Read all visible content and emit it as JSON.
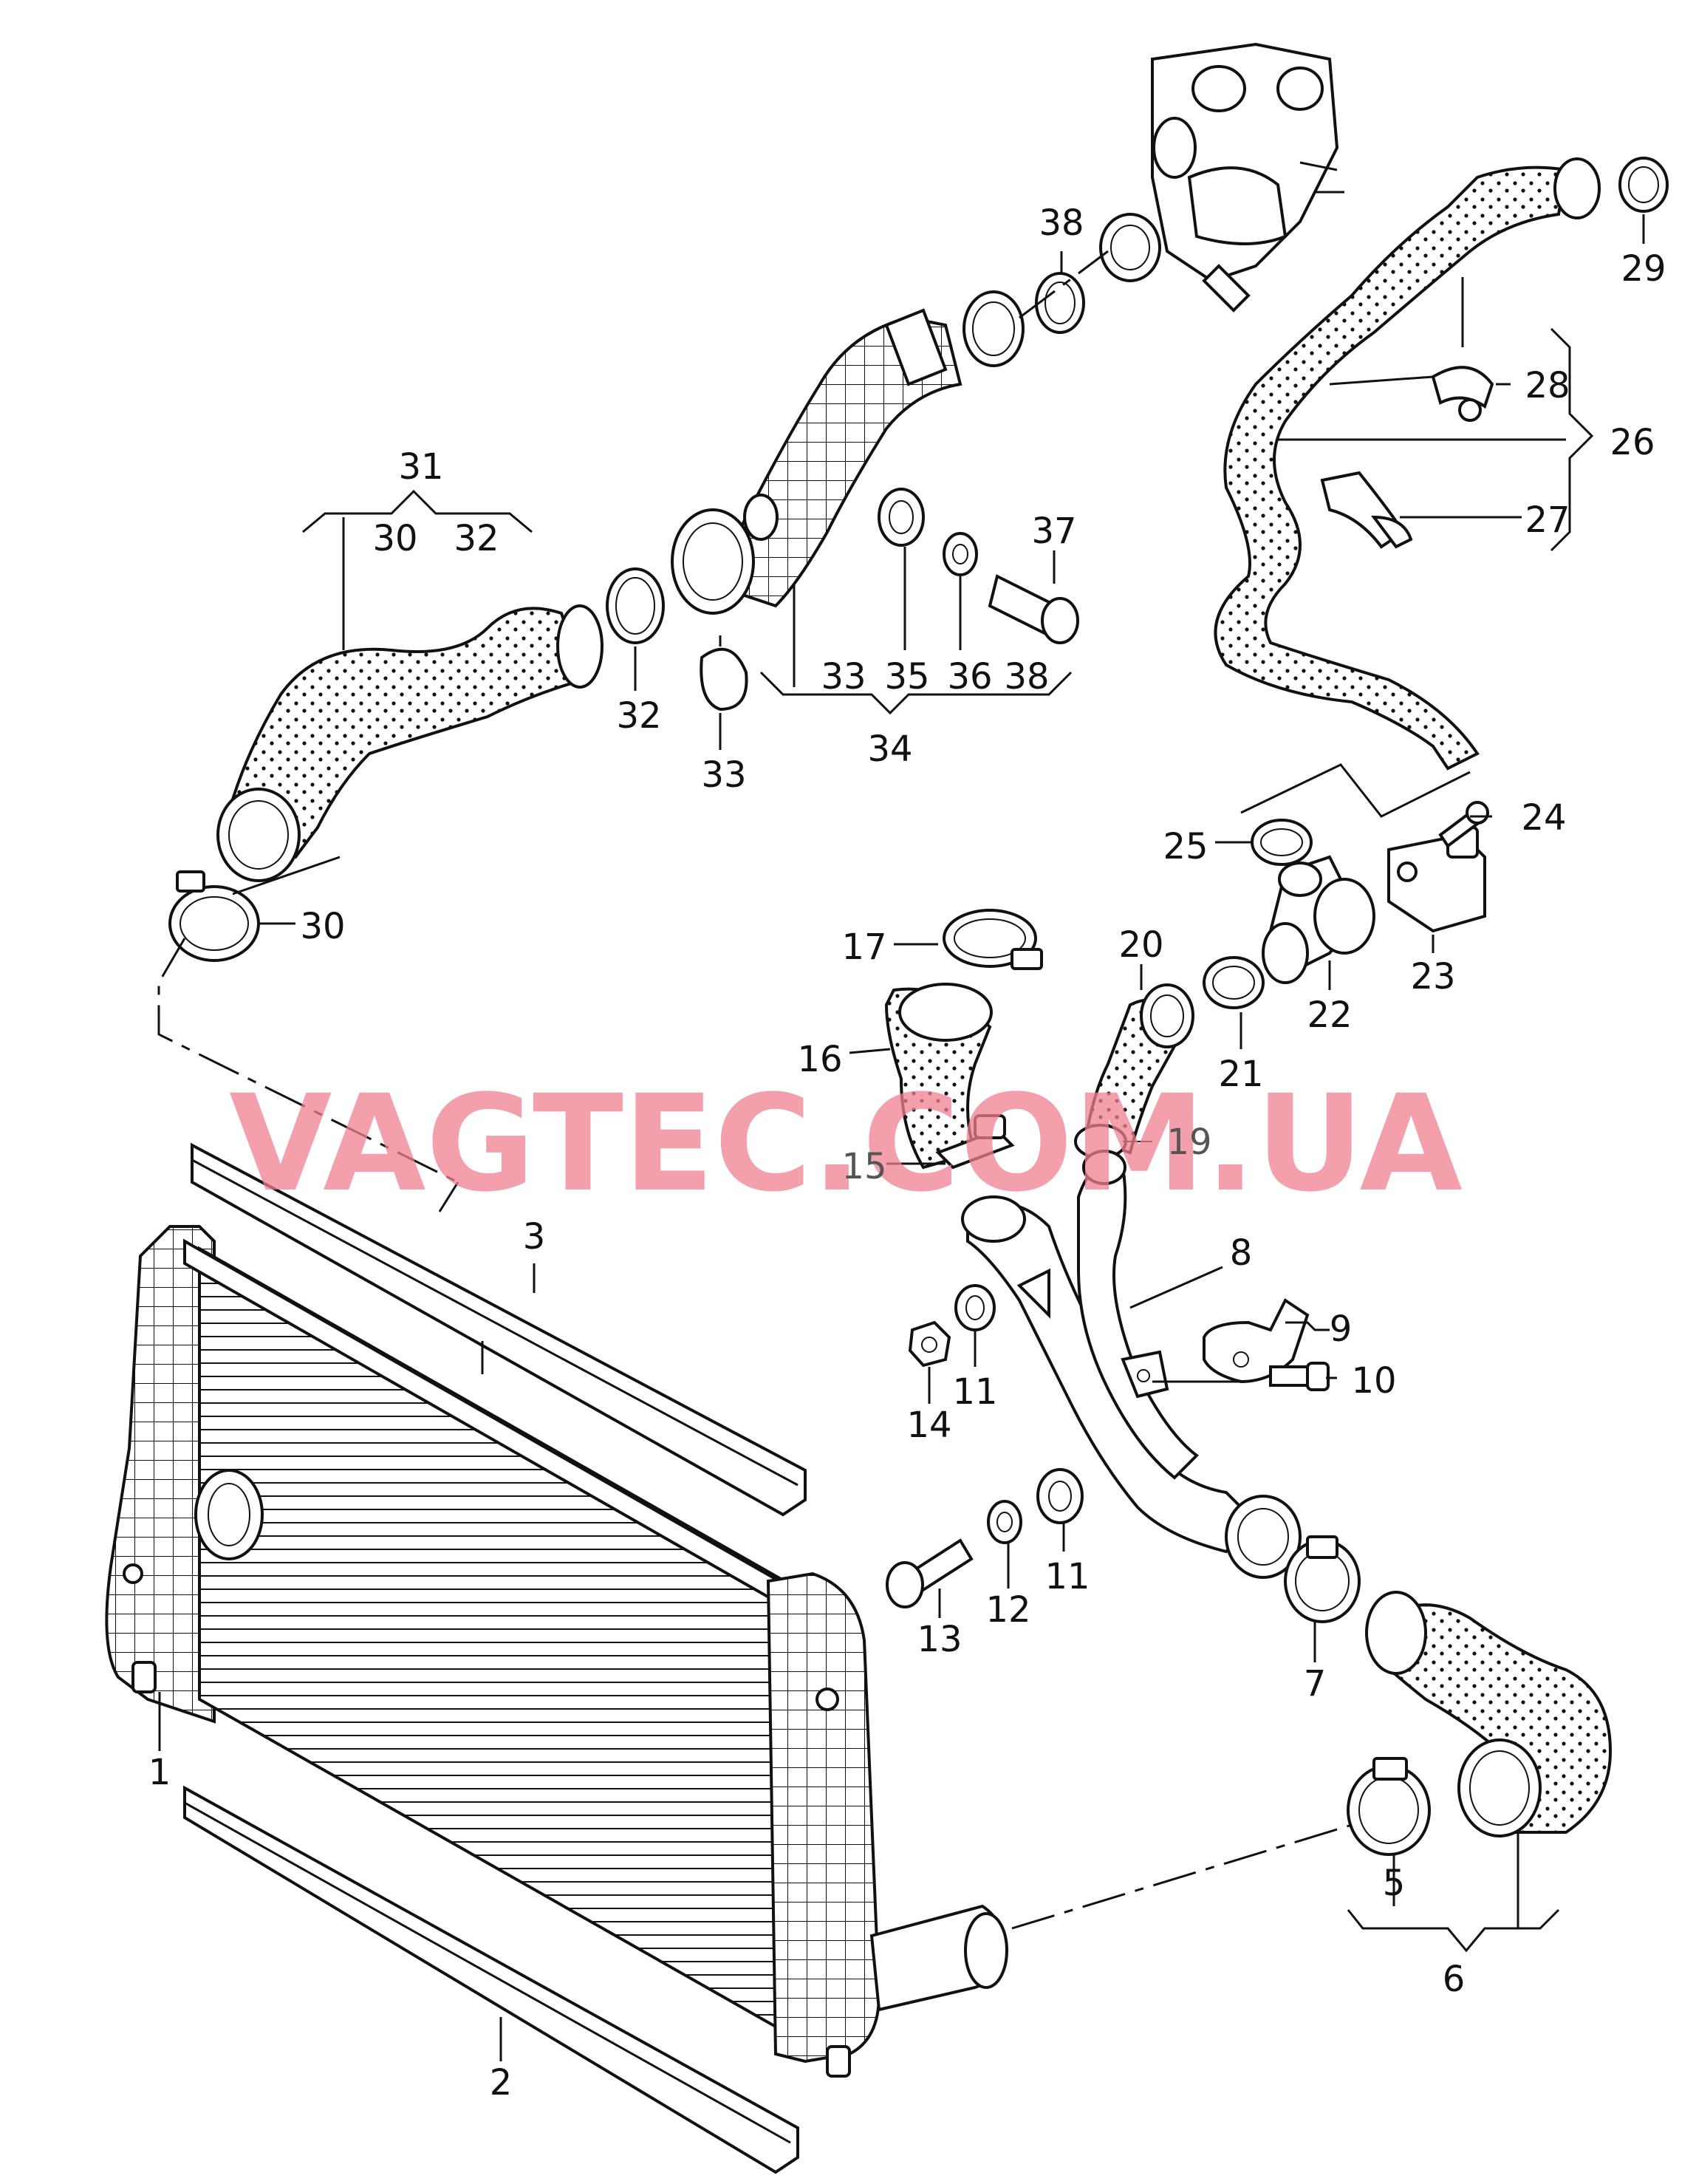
{
  "watermark": "VAGTEC.COM.UA",
  "labels": [
    {
      "id": "1",
      "text": "1"
    },
    {
      "id": "2",
      "text": "2"
    },
    {
      "id": "3",
      "text": "3"
    },
    {
      "id": "5",
      "text": "5"
    },
    {
      "id": "6",
      "text": "6"
    },
    {
      "id": "7",
      "text": "7"
    },
    {
      "id": "8",
      "text": "8"
    },
    {
      "id": "9",
      "text": "9"
    },
    {
      "id": "10",
      "text": "10"
    },
    {
      "id": "11a",
      "text": "11"
    },
    {
      "id": "11b",
      "text": "11"
    },
    {
      "id": "12",
      "text": "12"
    },
    {
      "id": "13",
      "text": "13"
    },
    {
      "id": "14",
      "text": "14"
    },
    {
      "id": "15",
      "text": "15"
    },
    {
      "id": "16",
      "text": "16"
    },
    {
      "id": "17",
      "text": "17"
    },
    {
      "id": "19",
      "text": "19"
    },
    {
      "id": "20",
      "text": "20"
    },
    {
      "id": "21",
      "text": "21"
    },
    {
      "id": "22",
      "text": "22"
    },
    {
      "id": "23",
      "text": "23"
    },
    {
      "id": "24",
      "text": "24"
    },
    {
      "id": "25",
      "text": "25"
    },
    {
      "id": "26",
      "text": "26"
    },
    {
      "id": "27",
      "text": "27"
    },
    {
      "id": "28",
      "text": "28"
    },
    {
      "id": "29",
      "text": "29"
    },
    {
      "id": "30a",
      "text": "30"
    },
    {
      "id": "30b",
      "text": "30"
    },
    {
      "id": "31",
      "text": "31"
    },
    {
      "id": "32a",
      "text": "32"
    },
    {
      "id": "32b",
      "text": "32"
    },
    {
      "id": "33a",
      "text": "33"
    },
    {
      "id": "33b",
      "text": "33"
    },
    {
      "id": "34",
      "text": "34"
    },
    {
      "id": "35",
      "text": "35"
    },
    {
      "id": "36",
      "text": "36"
    },
    {
      "id": "37",
      "text": "37"
    },
    {
      "id": "38a",
      "text": "38"
    },
    {
      "id": "38b",
      "text": "38"
    }
  ]
}
